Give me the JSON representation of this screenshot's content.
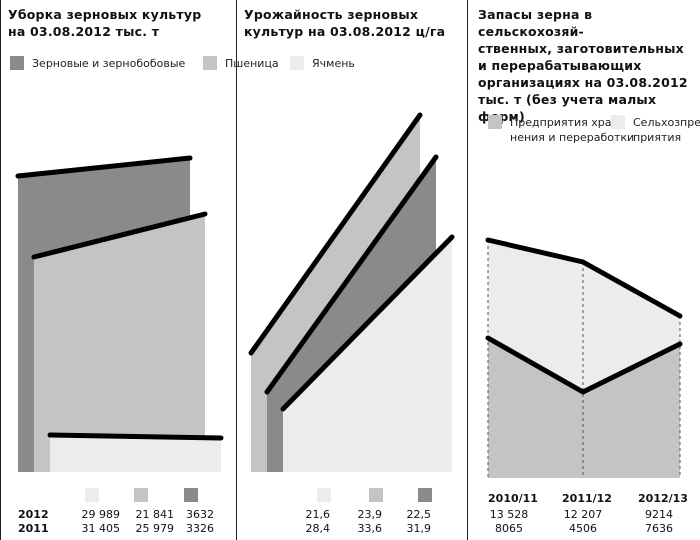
{
  "colors": {
    "dark": "#8a8a8a",
    "mid": "#c4c4c4",
    "light": "#ececec",
    "stroke": "#000000"
  },
  "chart_data": [
    {
      "type": "area",
      "title": "Уборка зерновых культур на 03.08.2012 тыс. т",
      "series": [
        {
          "name": "Зерновые и зернобобовые",
          "values": {
            "2012": 3632,
            "2011": 3326
          }
        },
        {
          "name": "Пшеница",
          "values": {
            "2012": 21841,
            "2011": 25979
          }
        },
        {
          "name": "Ячмень",
          "values": {
            "2012": 29989,
            "2011": 31405
          }
        }
      ],
      "labels": {
        "y2012": "2012",
        "y2011": "2011",
        "c1_2012": "29 989",
        "c1_2011": "31 405",
        "c2_2012": "21 841",
        "c2_2011": "25 979",
        "c3_2012": "3632",
        "c3_2011": "3326"
      }
    },
    {
      "type": "area",
      "title": "Урожайность зерновых культур на 03.08.2012 ц/га",
      "values": {
        "c1_2012": "21,6",
        "c1_2011": "28,4",
        "c2_2012": "23,9",
        "c2_2011": "33,6",
        "c3_2012": "22,5",
        "c3_2011": "31,9"
      }
    },
    {
      "type": "area",
      "title": "Запасы зерна в сельскохозяйственных, заготовительных и перерабатывающих организациях на 03.08.2012 тыс. т (без учета малых форм)",
      "legend": [
        "Предприятия хранения и переработки",
        "Сельхозпредприятия"
      ],
      "categories": [
        "2010/11",
        "2011/12",
        "2012/13"
      ],
      "series": [
        {
          "name": "Предприятия хранения и переработки",
          "values": [
            13528,
            12207,
            9214
          ]
        },
        {
          "name": "Сельхозпредприятия",
          "values": [
            8065,
            4506,
            7636
          ]
        }
      ]
    }
  ],
  "titles": {
    "t1a": "Уборка зерновых культур",
    "t1b": "на 03.08.2012 тыс. т",
    "t2a": "Урожайность зерновых",
    "t2b": "культур на 03.08.2012 ц/га",
    "t3a": "Запасы зерна в сельскохозяй-",
    "t3b": "ственных, заготовительных",
    "t3c": "и перерабатывающих",
    "t3d": "организациях на 03.08.2012",
    "t3e": "тыс. т (без учета малых форм)"
  },
  "legend1": {
    "grain": "Зерновые и зернобобовые",
    "wheat": "Пшеница",
    "barley": "Ячмень"
  },
  "legend3": {
    "storage_a": "Предприятия хра-",
    "storage_b": "нения и переработки",
    "agri_a": "Сельхозпред-",
    "agri_b": "приятия"
  },
  "panel2": {
    "v1_2012": "21,6",
    "v1_2011": "28,4",
    "v2_2012": "23,9",
    "v2_2011": "33,6",
    "v3_2012": "22,5",
    "v3_2011": "31,9"
  },
  "panel3": {
    "h1": "2010/11",
    "h2": "2011/12",
    "h3": "2012/13",
    "a1": "13 528",
    "a2": "12 207",
    "a3": "9214",
    "b1": "8065",
    "b2": "4506",
    "b3": "7636"
  }
}
